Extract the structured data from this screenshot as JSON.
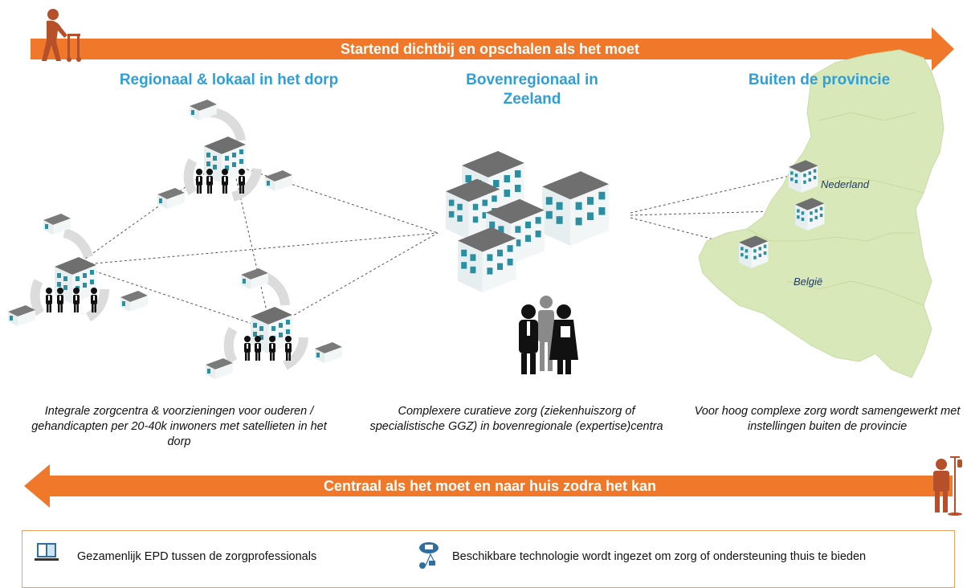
{
  "top_arrow": {
    "label": "Startend dichtbij en opschalen als het moet",
    "color": "#f0782a"
  },
  "bottom_arrow": {
    "label": "Centraal als het moet en naar huis zodra het kan",
    "color": "#f0782a"
  },
  "columns": [
    {
      "title": "Regionaal & lokaal in het dorp",
      "caption": "Integrale zorgcentra & voorzieningen voor ouderen / gehandicapten per 20-40k inwoners met satellieten in het dorp"
    },
    {
      "title": "Bovenregionaal in Zeeland",
      "caption": "Complexere curatieve zorg (ziekenhuiszorg of specialistische GGZ) in bovenregionale (expertise)centra"
    },
    {
      "title": "Buiten de provincie",
      "caption": "Voor hoog complexe zorg wordt samengewerkt met instellingen buiten de provincie"
    }
  ],
  "map_labels": {
    "nl": "Nederland",
    "be": "België"
  },
  "legend": [
    {
      "icon": "laptop-icon",
      "text": "Gezamenlijk EPD tussen de zorgprofessionals"
    },
    {
      "icon": "cloud-devices-icon",
      "text": "Beschikbare technologie wordt ingezet om zorg of ondersteuning thuis te bieden"
    }
  ],
  "colors": {
    "accent": "#f0782a",
    "title_blue": "#2e9fd8",
    "building_teal": "#2a8fa0",
    "map_green": "#d9e8b8",
    "figure_brown": "#b5502a"
  }
}
